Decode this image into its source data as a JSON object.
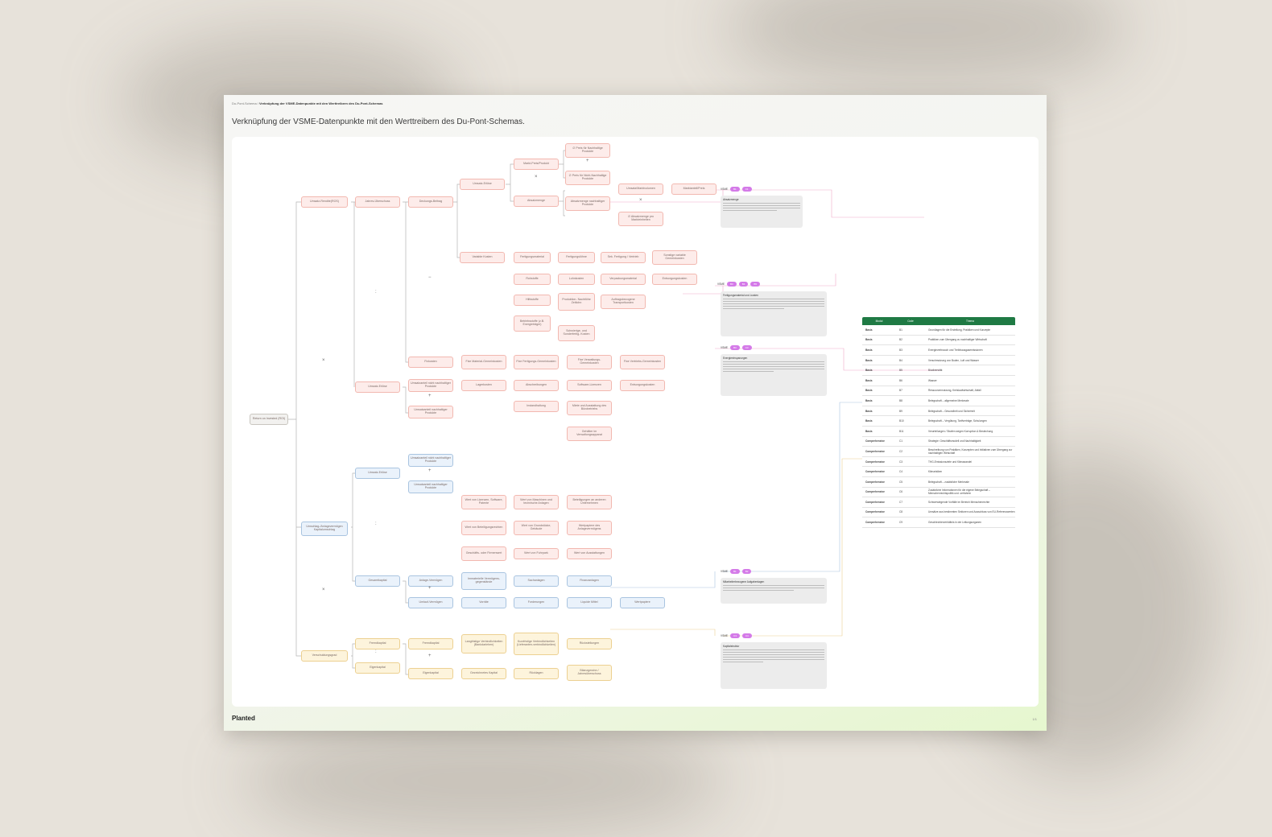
{
  "breadcrumb": {
    "section": "Du-Pont-Schema",
    "current": "Verknüpfung der VSME-Datenpunkte mit den Werttreibern des Du-Pont-Schemas"
  },
  "slide": {
    "title": "Verknüpfung der VSME-Datenpunkte mit den Werttreibern des Du-Pont-Schemas.",
    "logo": "Planted",
    "page": "1/1"
  },
  "nodes": {
    "root": "Return on Invested (ROI)",
    "umsatzrendite": "Umsatz-Rendite(ROS)",
    "jahres_ueberschuss": "Jahres-Überschuss",
    "deckungsbeitrag": "Deckungs-Beitrag",
    "umsatzerloese": "Umsatz-Erlöse",
    "marktpreis": "Markt-Preis/Produkt",
    "absatzmenge": "Absatzmenge",
    "preis_nachhaltig": "∅ Preis für Nachhaltige Produkte",
    "preis_nicht": "∅ Preis für Nicht-Nachhaltige Produkte",
    "absatzmenge_nachhaltig": "Absatzmenge nachhaltiger Produkte",
    "marktvolumen": "Umsatz/Marktvolumen",
    "marktanteil": "Marktanteil/Preis",
    "umsatz_zahl": "∅ Absatzmenge pro Markteinheiten",
    "variable_kosten": "Variable Kosten",
    "fertigungsmaterial": "Fertigungsmaterial",
    "fertigungsloehne": "Fertigungslöhne",
    "sek_fertigung": "Sek. Fertigung / Vertrieb",
    "sonstige_variable": "Sonstige variable Gemeinkosten",
    "rohstoffe": "Rohstoffe",
    "lohnkosten": "Lohnkosten",
    "verpackungsmaterial": "Verpackungsmaterial",
    "entsorgungskosten": "Entsorgungskosten",
    "hilfsstoffe": "Hilfsstoffe",
    "produktion_zeitlich": "Produktion- Nachtlöhe Zeitlohn",
    "auftragsbezogene": "Auftragsbezogene Transportkosten",
    "betriebsstoffe": "Betriebsstoffe (z.B. Energieträger)",
    "schwierige_arbeit": "Schwierige- und Sonderfertig- Kosten",
    "fixkosten": "Fixkosten",
    "fixe_material": "Fixe Material-Gemeinkosten",
    "fixe_fertigung": "Fixe Fertigungs-Gemeinkosten",
    "fixe_verwaltung": "Fixe Verwaltungs-Gemeinkosten",
    "fixe_vertrieb": "Fixe Vertriebs-Gemeinkosten",
    "lagerkosten": "Lagerkosten",
    "abschreibungen": "Abschreibungen",
    "software_lizenzen": "Software-Lizenzen",
    "entsorgungskosten2": "Entsorgungskosten",
    "instandhaltung": "Instandhaltung",
    "miete_ausstattung": "Miete und Ausstattung des Bürobetriebs",
    "gehaelter_verwaltung": "Gehälter im Verwaltungsapparat",
    "umsatzerloese2": "Umsatz-Erlöse",
    "umsatzanteil_nicht": "Umsatzanteil nicht nachhaltiger Produkte",
    "umsatzanteil": "Umsatzanteil nachhaltiger Produkte",
    "umschlag": "Umschlag-/Anlagevermögen Kapitalumschlag",
    "umsatzerloese3": "Umsatz-Erlöse",
    "umsatzanteil_nicht2": "Umsatzanteil nicht nachhaltiger Produkte",
    "umsatzanteil2": "Umsatzanteil nachhaltiger Produkte",
    "wert_lizenzen": "Wert von Lizenzen, Software, Patente",
    "wert_maschinen": "Wert von Maschinen und technische Anlagen",
    "beteiligungen": "Beteiligungen an anderen Unternehmen",
    "wert_beteiligungen": "Wert von Beteiligungsrechten",
    "wert_grundstuecke": "Wert von Grundstücke, Gebäude",
    "wertpapiere_anlage": "Wertpapiere des Anlagevermögens",
    "geschaefts_firmenwert": "Geschäfts- oder Firmenwert",
    "wert_fuhrpark": "Wert von Fuhrpark",
    "wert_ausstattungen": "Wert von Ausstattungen",
    "gesamtkapital": "Gesamtkapital",
    "anlage_vermoegen": "Anlage-Vermögen",
    "immaterielle": "Immaterielle Vermögens-gegenstände",
    "sachanlagen": "Sachanlagen",
    "finanzanlagen": "Finanzanlagen",
    "umlauf_vermoegen": "Umlauf-Vermögen",
    "vorraete": "Vorräte",
    "forderungen": "Forderungen",
    "liquide_mittel": "Liquide Mittel",
    "wertpapiere": "Wertpapiere",
    "verschuldungsgrad": "Verschuldungsgrad",
    "fremdkapital": "Fremdkapital",
    "fremdkapital2": "Fremdkapital",
    "langfristige": "Langfristige Verbindlichkeiten (Bankdarlehen)",
    "kurzfristige": "Kurzfristige Verbindlichkeiten (Lieferanten-verbindlichkeiten)",
    "rueckstellungen": "Rückstellungen",
    "eigenkapital": "Eigenkapital",
    "eigenkapital2": "Eigenkapital",
    "gezeichnetes": "Gezeichnetes Kapital",
    "ruecklagen": "Rücklagen",
    "bilanzgewinn": "Bilanzgewinn / Jahresüberschuss"
  },
  "annotations": [
    {
      "label": "VSME",
      "tags": [
        "B1",
        "C1"
      ],
      "heading": "Absatzmenge"
    },
    {
      "label": "VSME",
      "tags": [
        "B3",
        "B4",
        "B5"
      ],
      "heading": "Fertigungsmaterial und -kosten"
    },
    {
      "label": "VSME",
      "tags": [
        "B3",
        "C3"
      ],
      "heading": "Energieeinsparungen"
    },
    {
      "label": "VSME",
      "tags": [
        "B1",
        "B2"
      ],
      "heading": "Mitarbeiterbezogene Aufgabenlagen"
    },
    {
      "label": "VSME",
      "tags": [
        "C3",
        "C4"
      ],
      "heading": "Kapitalstruktur"
    }
  ],
  "table": {
    "headers": [
      "Modul",
      "Code",
      "Thema"
    ],
    "rows": [
      [
        "Basis",
        "B1",
        "Grundlagen für die Erstellung, Praktiken und Konzepte"
      ],
      [
        "Basis",
        "B2",
        "Praktiken zum Übergang zu nachhaltiger Wirtschaft"
      ],
      [
        "Basis",
        "B3",
        "Energieverbrauch und Treibhausgasemissionen"
      ],
      [
        "Basis",
        "B4",
        "Verschmutzung von Boden, Luft und Wasser"
      ],
      [
        "Basis",
        "B5",
        "Biodiversität"
      ],
      [
        "Basis",
        "B6",
        "Wasser"
      ],
      [
        "Basis",
        "B7",
        "Ressourcennutzung, Kreislaufwirtschaft, Abfall"
      ],
      [
        "Basis",
        "B8",
        "Belegschaft – allgemeine Merkmale"
      ],
      [
        "Basis",
        "B9",
        "Belegschaft – Gesundheit und Sicherheit"
      ],
      [
        "Basis",
        "B10",
        "Belegschaft – Vergütung, Tarifverträge, Schulungen"
      ],
      [
        "Basis",
        "B11",
        "Verurteilungen / Strafen wegen Korruption & Bestechung"
      ],
      [
        "Comprehensive",
        "C1",
        "Strategie: Geschäftsmodell und Nachhaltigkeit"
      ],
      [
        "Comprehensive",
        "C2",
        "Beschreibung von Praktiken, Konzepten und Initiativen zum Übergang zur nachhaltigen Wirtschaft"
      ],
      [
        "Comprehensive",
        "C3",
        "THG-Emissionsziele und Klimawandel"
      ],
      [
        "Comprehensive",
        "C4",
        "Klimarisiken"
      ],
      [
        "Comprehensive",
        "C5",
        "Belegschaft – zusätzliche Merkmale"
      ],
      [
        "Comprehensive",
        "C6",
        "Zusätzliche Informationen für die eigene Belegschaft – Menschenrechtspolitik und -verfahren"
      ],
      [
        "Comprehensive",
        "C7",
        "Schwerwiegende Vorfälle im Bereich Menschenrechte"
      ],
      [
        "Comprehensive",
        "C8",
        "Umsätze aus bestimmten Sektoren und Ausschluss von EU-Referenzwerten"
      ],
      [
        "Comprehensive",
        "C9",
        "Geschlechterverhältnis in der Leitungsorganen"
      ]
    ]
  },
  "colors": {
    "red_node": "#fdecea",
    "blue_node": "#eaf2fb",
    "yellow_node": "#fdf4dc",
    "table_header": "#1f7a44",
    "tag": "#d47ae8"
  }
}
